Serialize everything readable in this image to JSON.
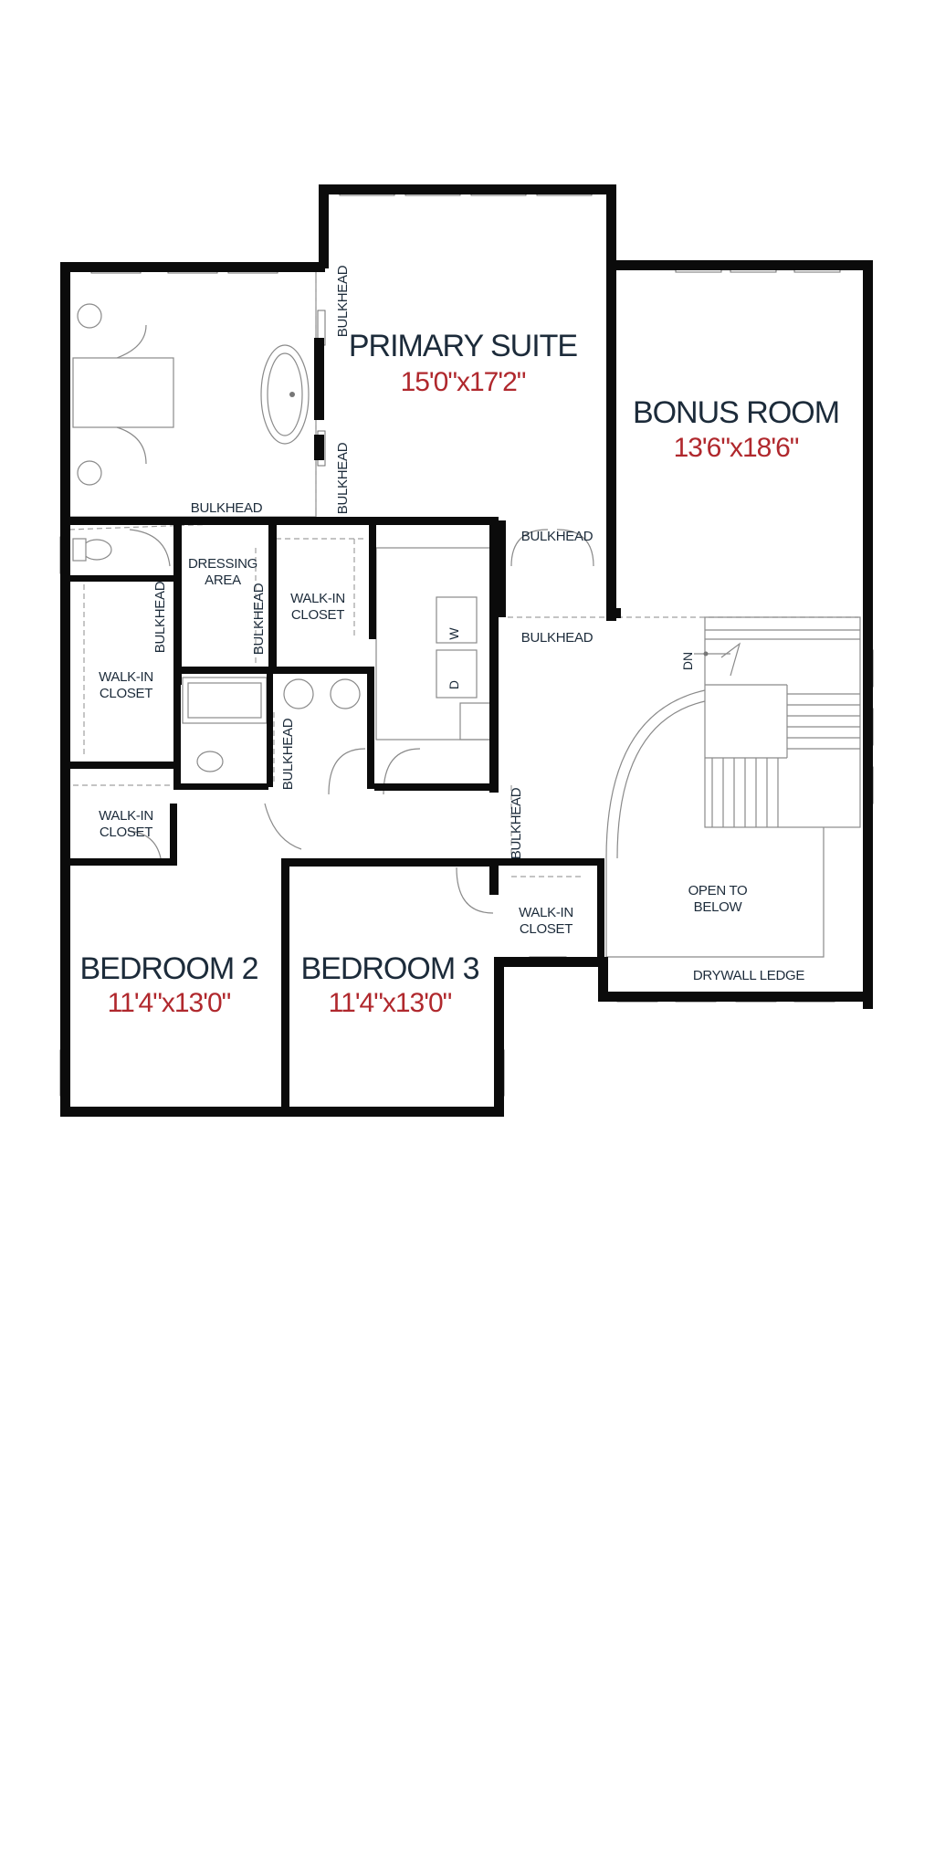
{
  "rooms": {
    "primary_suite": {
      "name": "PRIMARY SUITE",
      "dim": "15'0\"x17'2\""
    },
    "bonus_room": {
      "name": "BONUS ROOM",
      "dim": "13'6\"x18'6\""
    },
    "bedroom_2": {
      "name": "BEDROOM 2",
      "dim": "11'4\"x13'0\""
    },
    "bedroom_3": {
      "name": "BEDROOM 3",
      "dim": "11'4\"x13'0\""
    }
  },
  "labels": {
    "bulkhead": "BULKHEAD",
    "dressing_area": [
      "DRESSING",
      "AREA"
    ],
    "walk_in_closet": [
      "WALK-IN",
      "CLOSET"
    ],
    "open_to_below": [
      "OPEN TO",
      "BELOW"
    ],
    "drywall_ledge": "DRYWALL LEDGE",
    "down": "DN",
    "washer": "W",
    "dryer": "D"
  },
  "colors": {
    "wall": "#0b0b0b",
    "label": "#1c2b3a",
    "dimension": "#b0282d"
  }
}
